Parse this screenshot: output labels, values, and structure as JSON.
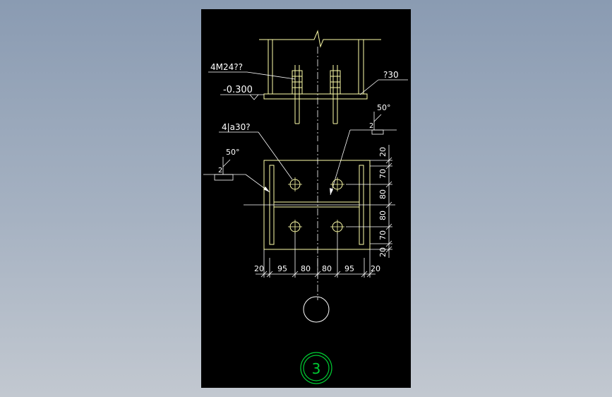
{
  "colors": {
    "background": "#9aa8bb",
    "panel": "#000000",
    "steel": "#ffffaa",
    "text": "#ffffff",
    "dim": "#ffffff",
    "annotation": "#ffffff",
    "badge": "#00cc33"
  },
  "labels": {
    "bolt_spec": "4M24??",
    "elevation": "-0.300",
    "plate_thickness": "?30",
    "hole_spec": "4|a30?",
    "weld_angle_right": "50°",
    "weld_angle_left": "50°",
    "weld_size_right": "2",
    "weld_size_left": "2"
  },
  "dims_vertical": [
    "20",
    "70",
    "80",
    "80",
    "70",
    "20"
  ],
  "dims_horizontal": [
    "20",
    "95",
    "80",
    "80",
    "95",
    "20"
  ],
  "detail_number": "3"
}
